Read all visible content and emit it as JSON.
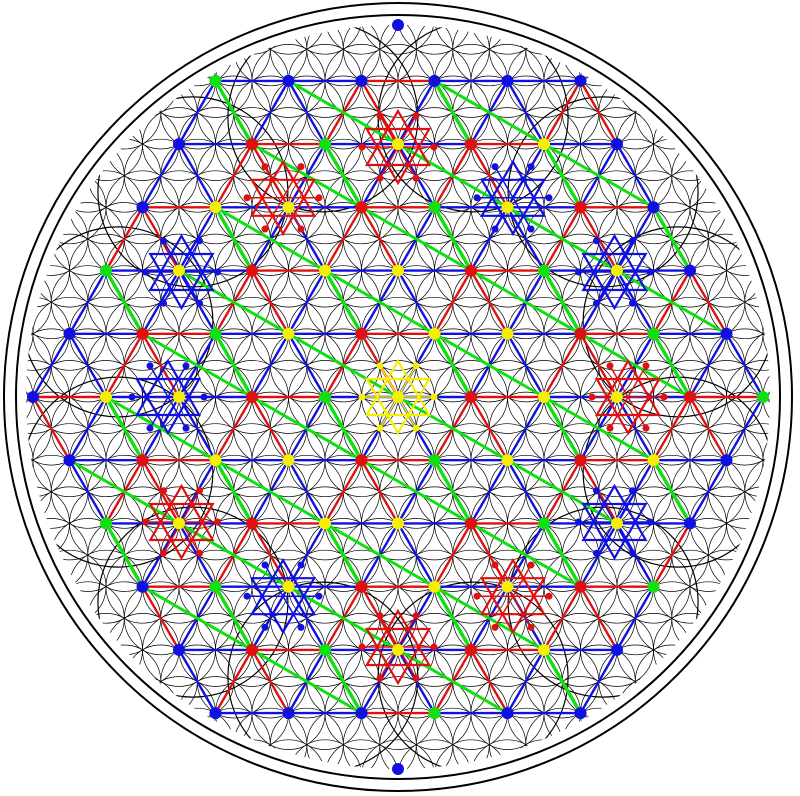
{
  "figure": {
    "subject": "",
    "caption": ""
  },
  "palette": {
    "background": "#ffffff",
    "circle_line": "#000000",
    "red": "#e01010",
    "blue": "#1010e0",
    "green": "#10e010",
    "yellow": "#f5f000"
  },
  "layers": [
    {
      "name": "flower-of-life-circles",
      "color": "circle_line"
    },
    {
      "name": "blue-star-network",
      "color": "blue"
    },
    {
      "name": "red-star-network",
      "color": "red"
    },
    {
      "name": "green-rhombus-network",
      "color": "green"
    },
    {
      "name": "node-dots",
      "colors": [
        "yellow",
        "red",
        "blue",
        "green"
      ]
    }
  ],
  "rosettes": [
    {
      "name": "center-rosette",
      "color": "yellow"
    },
    {
      "name": "top-rosette",
      "color": "red"
    },
    {
      "name": "upper-left-rosette",
      "color": "blue"
    },
    {
      "name": "upper-right-rosette",
      "color": "blue"
    },
    {
      "name": "left-rosette-upper",
      "color": "red"
    },
    {
      "name": "right-rosette-upper",
      "color": "red"
    },
    {
      "name": "left-rosette",
      "color": "blue"
    },
    {
      "name": "right-rosette",
      "color": "blue"
    },
    {
      "name": "left-rosette-lower",
      "color": "red"
    },
    {
      "name": "right-rosette-lower",
      "color": "red"
    },
    {
      "name": "lower-left-rosette",
      "color": "blue"
    },
    {
      "name": "lower-right-rosette",
      "color": "blue"
    },
    {
      "name": "bottom-rosette",
      "color": "red"
    }
  ]
}
